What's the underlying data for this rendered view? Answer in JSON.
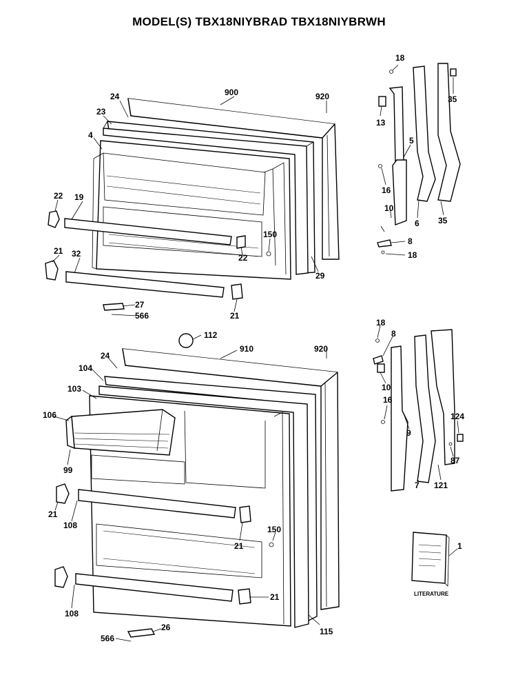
{
  "title": "MODEL(S) TBX18NIYBRAD  TBX18NIYBRWH",
  "literature_label": "LITERATURE",
  "callouts": {
    "top": [
      "900",
      "920",
      "24",
      "23",
      "4",
      "22",
      "19",
      "150",
      "22",
      "21",
      "32",
      "21",
      "27",
      "566",
      "29",
      "18",
      "35",
      "13",
      "5",
      "16",
      "10",
      "6",
      "35",
      "8",
      "18"
    ],
    "bottom": [
      "112",
      "910",
      "920",
      "24",
      "104",
      "103",
      "106",
      "99",
      "21",
      "108",
      "150",
      "21",
      "21",
      "108",
      "26",
      "566",
      "115",
      "18",
      "8",
      "10",
      "16",
      "9",
      "7",
      "121",
      "124",
      "87",
      "1"
    ]
  }
}
